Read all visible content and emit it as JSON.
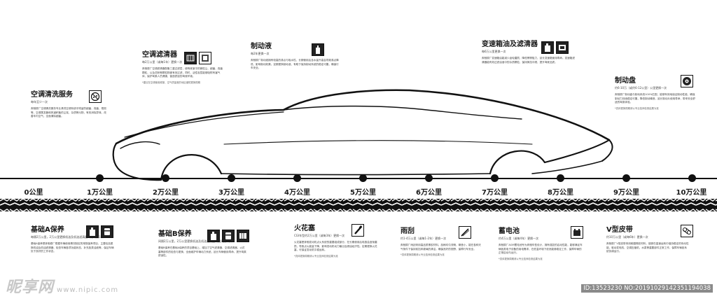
{
  "top_cards": [
    {
      "id": "ac",
      "title": "空调清洗服务",
      "sub": "每年至少一次",
      "desc": "奔驰原厂空调清洗服务专业清洗空调系统中残留的细菌、真菌、霉斑等，空调蒸发器和风道积聚的尘埃、杂质等污物，有效消除异味，改善车内空气，全面清除细菌。"
    },
    {
      "id": "filter",
      "title": "空调滤清器",
      "sub": "每2万公里（或每1年）更换一次",
      "desc": "奔驰原厂空调滤清器配备三重过滤层，使驾驶室中的微粒尘、细菌、真菌颗粒，以及花粉等颗粒物被有效过滤，同时，活性炭层能够吸附有害气体，保护驾乘人员健康，营造舒适的驾驶环境。",
      "note": "*建议在空调使用频繁、空气质量差的地区缩短更换周期"
    },
    {
      "id": "brakefluid",
      "title": "制动液",
      "sub": "每2年更换一次",
      "desc": "奔驰原厂制动液拥有较高的沸点与吸水性，长期使用后含水量升高会导致沸点降低，影响制动效果。定期更换制动液，有助于保持制动系统的稳定可靠，确保行车安全。"
    },
    {
      "id": "gearbox",
      "title": "变速箱油及滤清器",
      "sub": "每6万公里更换一次",
      "desc": "奔驰原厂变速箱油能减少齿轮磨损，降低摩擦阻力，延长变速箱使用寿命。变速箱滤清器能有效过滤油液中的杂质颗粒，保持换挡平顺，提升驾驶品质。"
    },
    {
      "id": "brakedisc",
      "title": "制动盘",
      "sub": "约6-10万（或约6-12公里）公里更换一次",
      "desc": "奔驰原厂制动盘与制动系统100%匹配，能够有效地保证制动性能，确保制动力持续稳定可靠，降低制动噪音，延长制动片使用寿命，带来安全舒适的驾乘体验。",
      "note": "*具体更换周期请以专业技师检测结果为准"
    }
  ],
  "timeline": [
    "0公里",
    "1万公里",
    "2万公里",
    "3万公里",
    "4万公里",
    "5万公里",
    "6万公里",
    "7万公里",
    "8万公里",
    "9万公里",
    "10万公里"
  ],
  "bottom_cards": [
    {
      "id": "basicA",
      "title": "基础A保养",
      "sub": "每隔2万公里，2万公里更换机油及机油滤清器（或每隔1年）",
      "desc": "基础A保养是奔驰原厂根据车辆使用情况制定的常规保养项目，主要包括更换机油及机油滤清器、检查车辆各项功能状态、补充各类油液等，保证车辆处于良好的工作状态。"
    },
    {
      "id": "basicB",
      "title": "基础B保养",
      "sub": "间隔2万公里，2万公里更换机油及机油滤清器（或间隔2年）",
      "desc": "基础B保养在基础A保养的项目基础上，增加了空气滤清器、空调滤清器、火花塞等部件的检查与更换，全面维护车辆动力系统，延长车辆使用寿命，提升驾乘舒适性。"
    },
    {
      "id": "spark",
      "title": "火花塞",
      "sub": "CGI车型约2万公里（或每3年）更换一次",
      "desc": "火花塞是奔驰发动机点火系统的重要组成部分，在长期使用后电极会逐渐磨损，导致点火能量下降，影响发动机动力输出及燃油经济性。定期更换火花塞，可保证发动机平稳运转。",
      "note": "*具体更换周期请以专业技师检测结果为准"
    },
    {
      "id": "wiper",
      "title": "雨刮",
      "sub": "约1-4万公里（或每1-2年）更换一次",
      "desc": "奔驰原厂雨刮采用高品质橡胶材料，刮刷均匀流畅，噪音小，能在各种天气条件下保持前挡风玻璃的清洁，确保良好的视野，保障行车安全。",
      "note": "*具体更换周期请以专业技师检测结果为准"
    },
    {
      "id": "battery",
      "title": "蓄电池",
      "sub": "约4万公里（或每4年）更换一次",
      "desc": "奔驰原厂AGM蓄电池专为奔驰车型设计，拥有强劲的启动性能，能够满足车辆各类电子设备的用电需求，在低温环境下依然能够稳定工作，保障车辆的正常启动与运行。",
      "note": "*具体更换周期请以专业技师检测结果为准"
    },
    {
      "id": "belt",
      "title": "V型皮带",
      "sub": "约10万公里（或每6年）更换一次",
      "desc": "奔驰原厂V型皮带采用耐磨橡胶材料，能够在高速运转中保持稳定的传动性能，驱动发电机、空调压缩机、水泵等重要部件正常工作，保障车辆各系统协调运行。"
    }
  ],
  "watermark_left": "昵享网",
  "watermark_left_site": "www.nipic.com",
  "watermark_right": "ID:13523230 NO:20191029142351194038"
}
